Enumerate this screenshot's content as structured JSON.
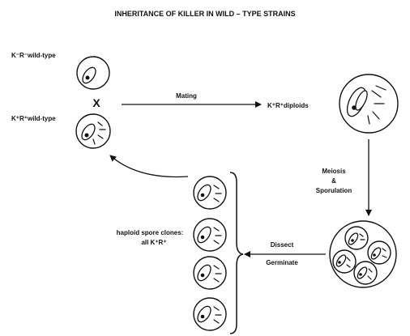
{
  "title": "INHERITANCE OF KILLER IN WILD – TYPE STRAINS",
  "labels": {
    "parent_top": "K⁻R⁻wild-type",
    "cross": "X",
    "parent_bottom": "K⁺R⁺wild-type",
    "mating": "Mating",
    "diploids": "K⁺R⁺diploids",
    "meiosis_1": "Meiosis",
    "meiosis_2": "&",
    "meiosis_3": "Sporulation",
    "dissect": "Dissect",
    "germinate": "Germinate",
    "spores_1": "haploid spore clones:",
    "spores_2": "all K⁺R⁺"
  }
}
